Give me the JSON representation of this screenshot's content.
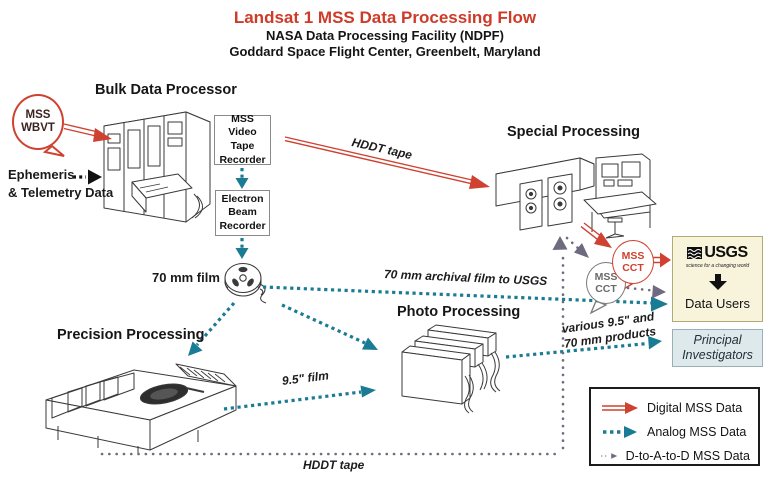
{
  "header": {
    "title": "Landsat 1 MSS Data Processing Flow",
    "subtitle1": "NASA Data Processing Facility (NDPF)",
    "subtitle2": "Goddard Space Flight Center, Greenbelt, Maryland"
  },
  "sections": {
    "bulk_data_processor": "Bulk Data Processor",
    "special_processing": "Special Processing",
    "precision_processing": "Precision Processing",
    "photo_processing": "Photo Processing"
  },
  "bubbles": {
    "mss_wbvt": "MSS WBVT",
    "mss_cct_digital": "MSS CCT",
    "mss_cct_analog": "MSS CCT"
  },
  "boxes": {
    "mss_video_tape_recorder": "MSS Video Tape Recorder",
    "electron_beam_recorder": "Electron Beam Recorder"
  },
  "labels": {
    "ephemeris_line1": "Ephemeris",
    "ephemeris_line2": "& Telemetry Data",
    "film_70mm": "70 mm film"
  },
  "arrow_labels": {
    "hddt_top": "HDDT tape",
    "archival": "70 mm archival film to USGS",
    "film95": "9.5\" film",
    "products_line1": "various 9.5\" and",
    "products_line2": "70 mm products",
    "hddt_bottom": "HDDT tape"
  },
  "usgs": {
    "logo_text": "USGS",
    "tagline": "science for a changing world",
    "data_users": "Data Users"
  },
  "principal_investigators": "Principal Investigators",
  "legend": {
    "items": [
      {
        "label": "Digital MSS Data",
        "style": "digital"
      },
      {
        "label": "Analog MSS Data",
        "style": "analog"
      },
      {
        "label": "D-to-A-to-D MSS Data",
        "style": "datoad"
      }
    ]
  },
  "colors": {
    "title_red": "#ce3b28",
    "digital_red": "#cf4130",
    "analog_teal": "#1a7b94",
    "datoad_gray": "#6f6d7c",
    "usgs_box_bg": "#f8f4dc",
    "pi_box_bg": "#dde9eb"
  }
}
